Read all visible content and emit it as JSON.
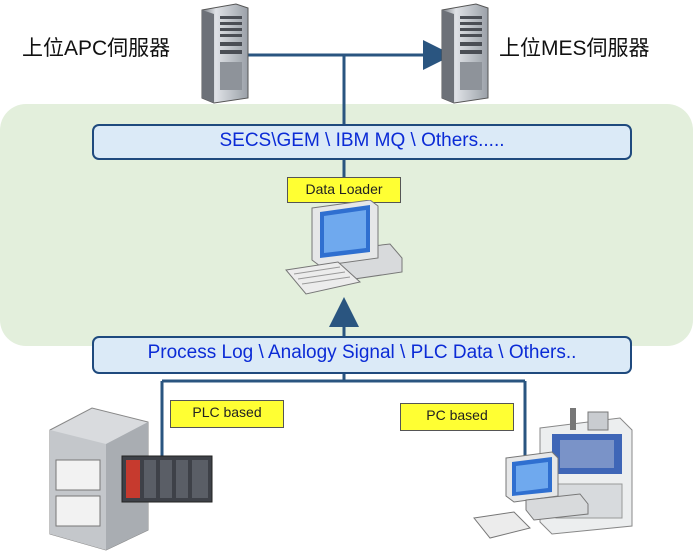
{
  "servers": {
    "apc_label": "上位APC伺服器",
    "mes_label": "上位MES伺服器"
  },
  "top_bus": {
    "label": "SECS\\GEM \\ IBM MQ \\ Others....."
  },
  "data_loader": {
    "label": "Data Loader"
  },
  "bottom_bus": {
    "label": "Process Log \\ Analogy Signal \\ PLC Data \\ Others.."
  },
  "plc": {
    "label": "PLC based"
  },
  "pc": {
    "label": "PC based"
  },
  "colors": {
    "panel": "#e3efdc",
    "bus_fill": "#dbeaf7",
    "bus_border": "#1f4a7e",
    "bus_text": "#0b2bd6",
    "tag_fill": "#ffff33",
    "arrow": "#2a5580"
  }
}
